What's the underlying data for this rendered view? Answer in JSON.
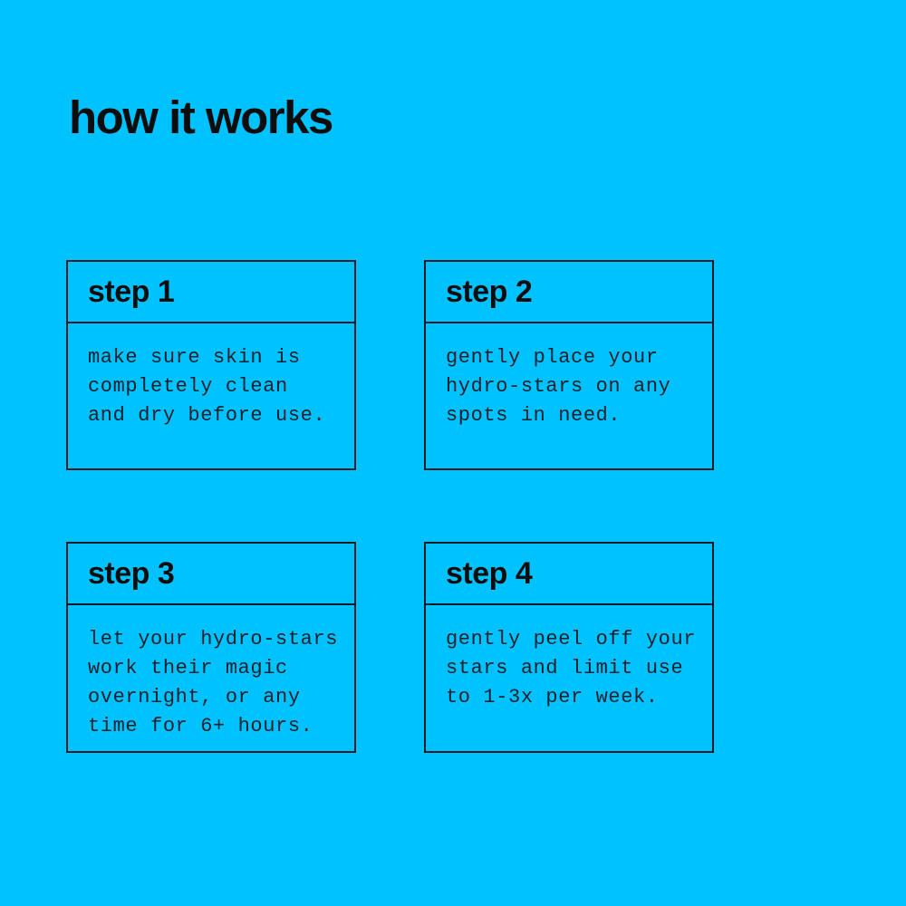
{
  "colors": {
    "background": "#00c2ff",
    "border": "#0e1c28",
    "title_text": "#0d0d0d",
    "body_text": "#10202c"
  },
  "header": {
    "title": "how it works"
  },
  "steps": [
    {
      "label": "step 1",
      "body": "make sure skin is\ncompletely clean\nand dry before use."
    },
    {
      "label": "step 2",
      "body": "gently place your\nhydro-stars on any\nspots in need."
    },
    {
      "label": "step 3",
      "body": "let your hydro-stars\nwork their magic\novernight, or any\ntime for 6+ hours."
    },
    {
      "label": "step 4",
      "body": "gently peel off your\nstars and limit use\nto 1-3x per week."
    }
  ]
}
